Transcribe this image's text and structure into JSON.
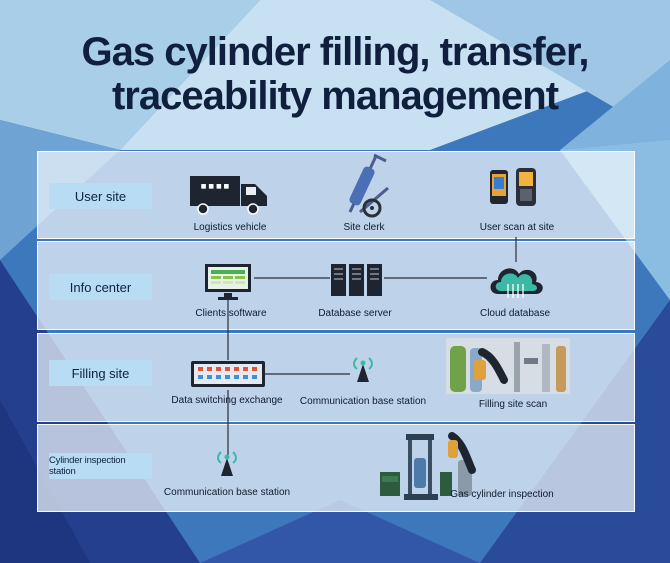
{
  "title": {
    "line1": "Gas cylinder filling, transfer,",
    "line2": "traceability management"
  },
  "rows": [
    {
      "label": "User site"
    },
    {
      "label": "Info center"
    },
    {
      "label": "Filling site"
    },
    {
      "label": "Cylinder inspection station"
    }
  ],
  "nodes": {
    "logistics_vehicle": "Logistics vehicle",
    "site_clerk": "Site clerk",
    "user_scan": "User scan at site",
    "clients_software": "Clients software",
    "database_server": "Database server",
    "cloud_database": "Cloud database",
    "data_switching": "Data switching exchange",
    "comm_base_station_1": "Communication base station",
    "filling_site_scan": "Filling site scan",
    "comm_base_station_2": "Communication base station",
    "gas_cylinder_inspection": "Gas cylinder inspection"
  },
  "colors": {
    "background": "#3a73b8",
    "band": "#f0f6fb",
    "label_bg": "#b8dcf3",
    "title": "#0f1f3d",
    "icon_dark": "#1f2530"
  }
}
